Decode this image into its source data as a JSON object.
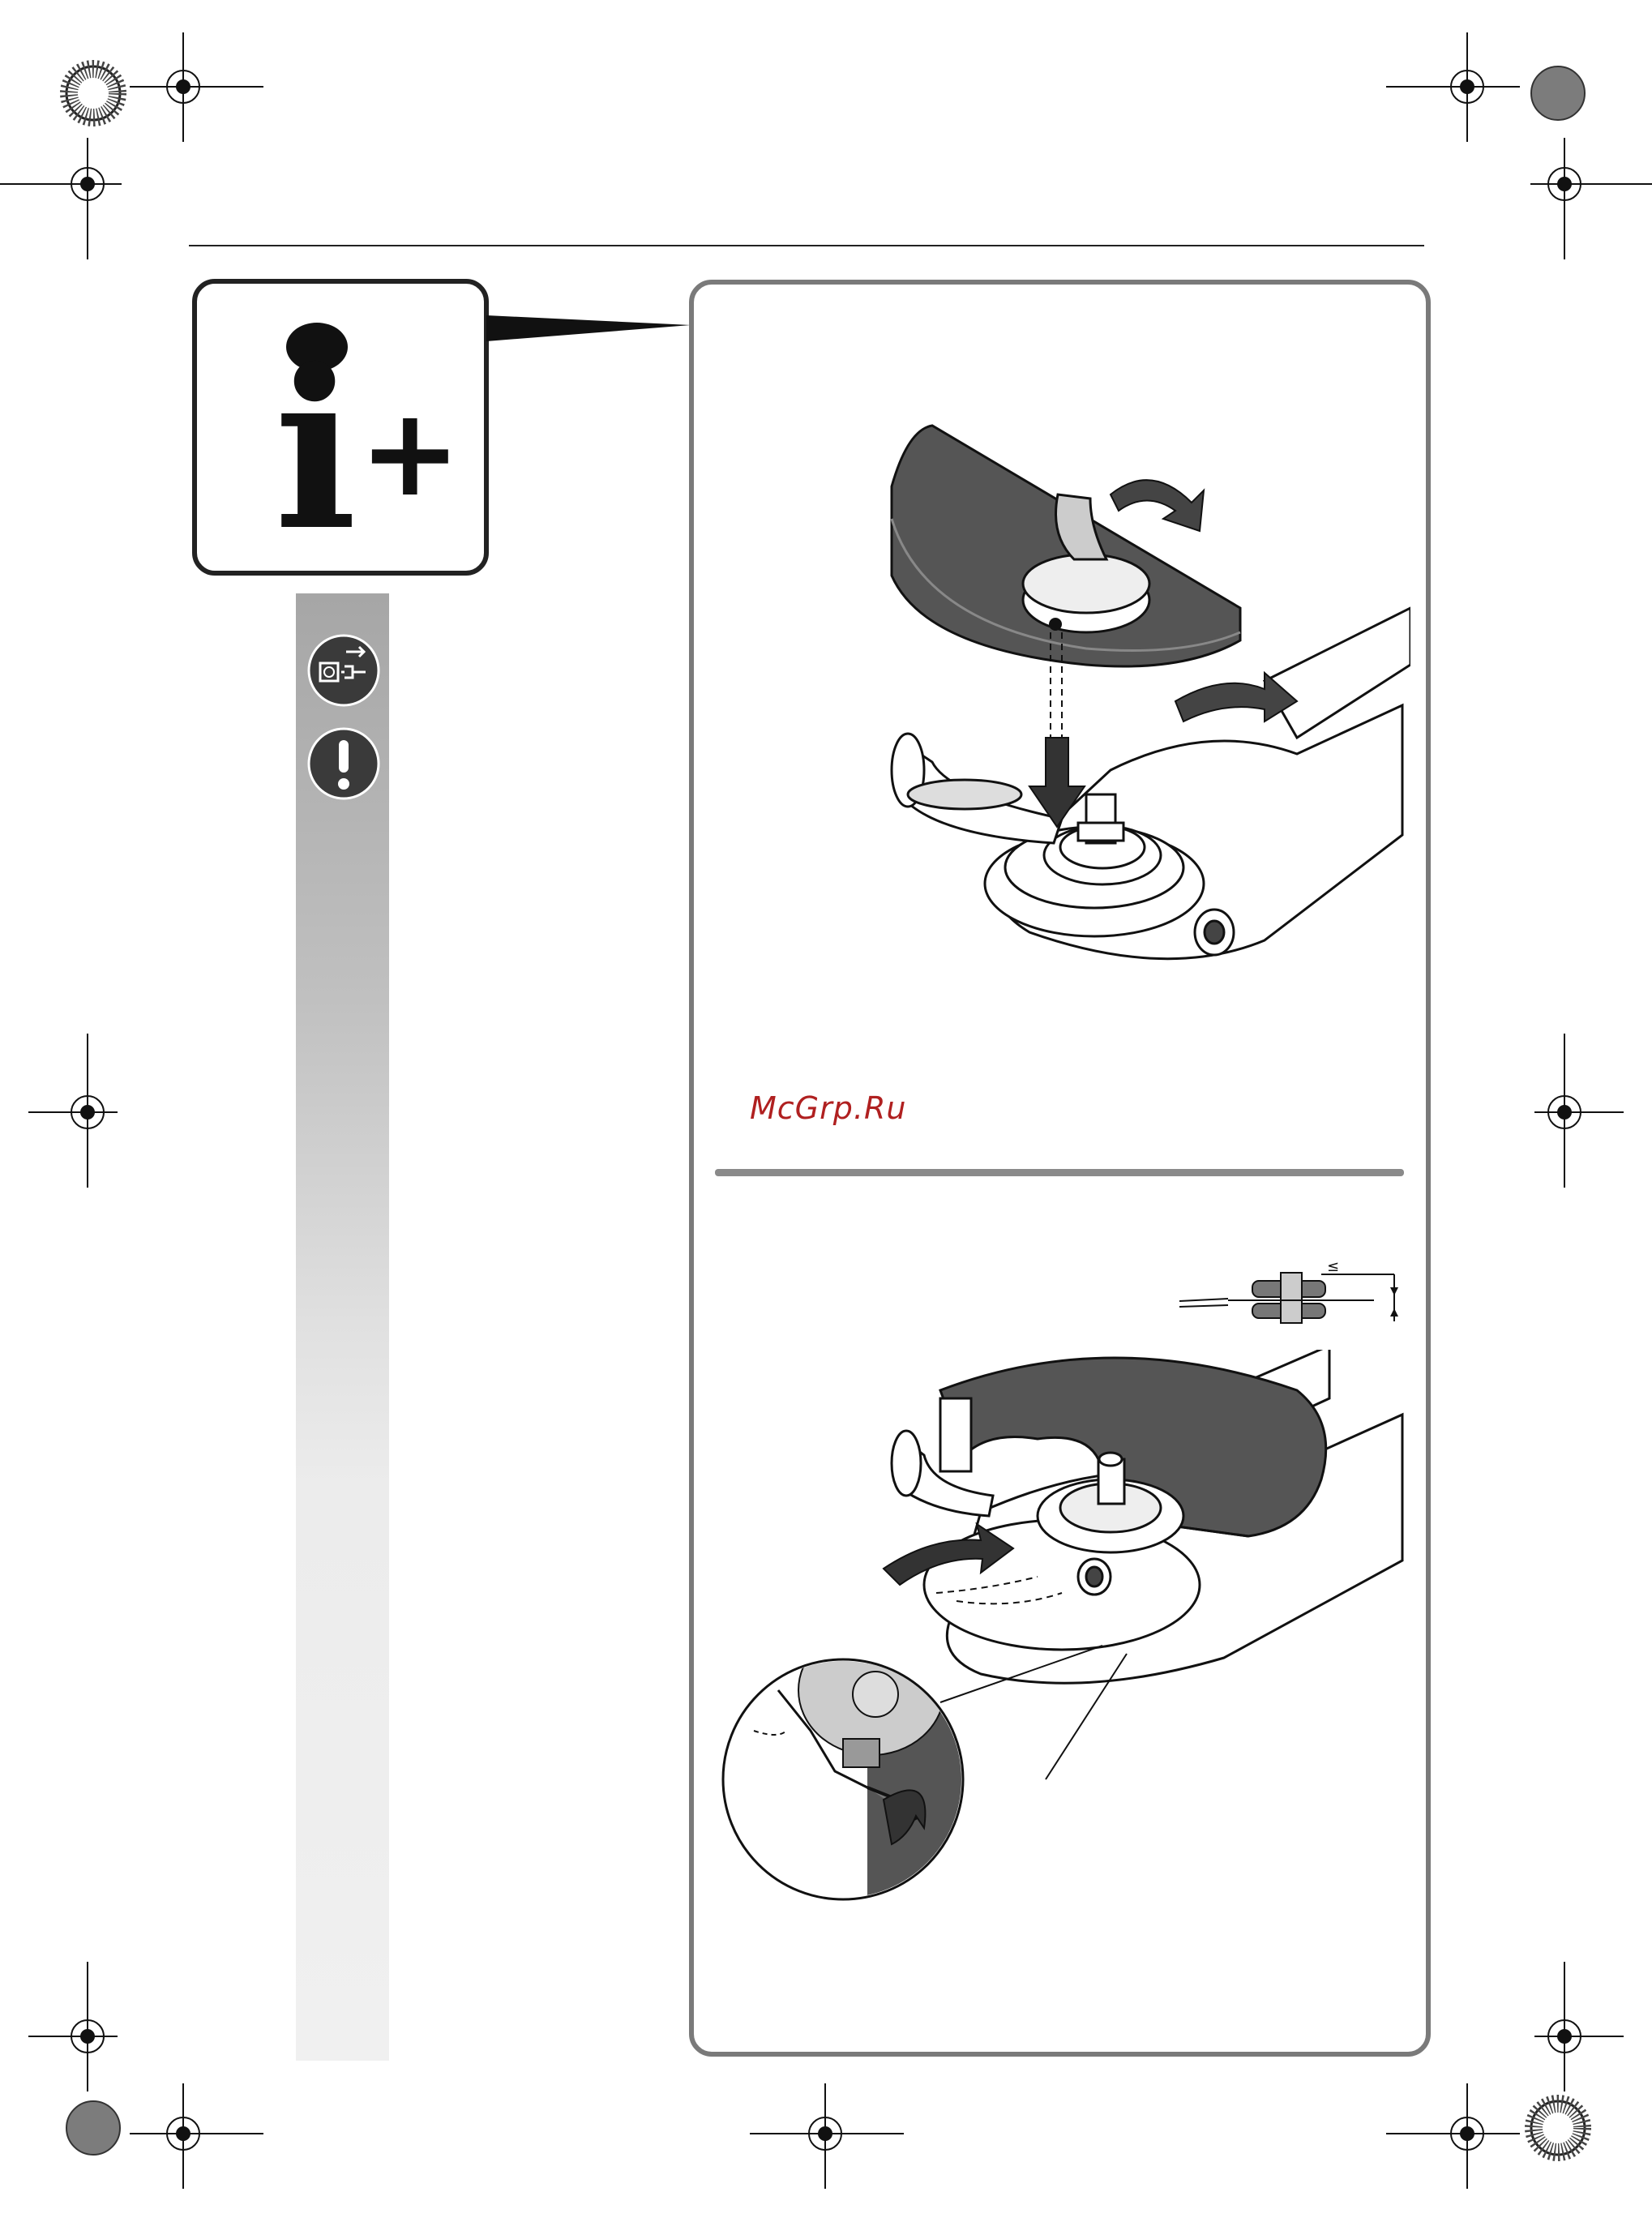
{
  "watermark": "McGrp.Ru",
  "info_symbol": {
    "letter": "i",
    "plus": "+"
  },
  "sidebar": {
    "icons": [
      "unplug-power-icon",
      "warning-exclamation-icon"
    ],
    "background": "#c0c0c0"
  },
  "colors": {
    "frame": "#7a7a7a",
    "ink": "#222222",
    "guard": "#555555",
    "watermark": "#b02020"
  },
  "figures": [
    {
      "name": "guard-mounting-figure",
      "label": ""
    },
    {
      "name": "guard-adjusting-figure",
      "label": ""
    }
  ],
  "detail_marker": "≤"
}
